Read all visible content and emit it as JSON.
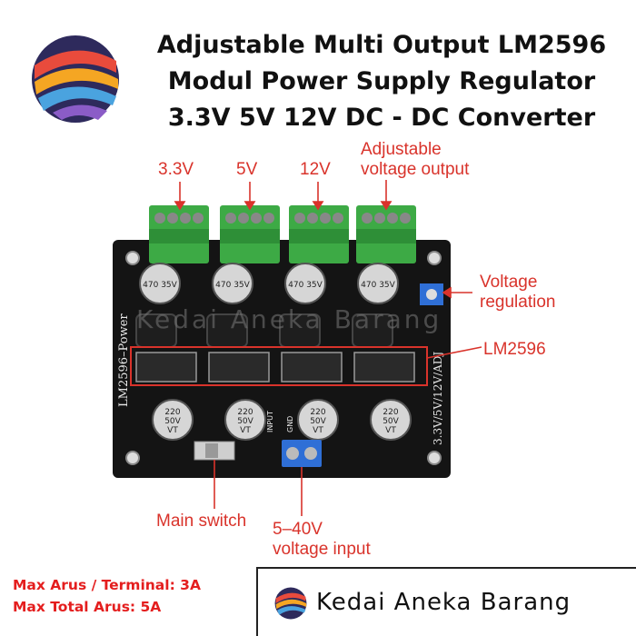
{
  "title": {
    "line1": "Adjustable Multi Output LM2596",
    "line2": "Modul Power Supply Regulator",
    "line3": "3.3V 5V 12V DC - DC Converter"
  },
  "labels": {
    "v33": "3.3V",
    "v5": "5V",
    "v12": "12V",
    "adjustable1": "Adjustable",
    "adjustable2": "voltage output",
    "voltage_reg1": "Voltage",
    "voltage_reg2": "regulation",
    "lm2596": "LM2596",
    "main_switch": "Main switch",
    "input1": "5–40V",
    "input2": "voltage input"
  },
  "board": {
    "silk_name": "LM2596–Power",
    "silk_outputs": "3.3V/5V/12V/ADJ",
    "silk_input": "INPUT",
    "silk_gnd": "GND",
    "cap_top": "470 35V",
    "cap_bottom_1": "220",
    "cap_bottom_2": "50V",
    "cap_bottom_3": "VT"
  },
  "watermark": "Kedai Aneka Barang",
  "promo": {
    "line1": "Max Arus / Terminal: 3A",
    "line2": "Max Total Arus: 5A"
  },
  "footer": {
    "brand": "Kedai Aneka Barang"
  },
  "colors": {
    "accent_red": "#d9332b",
    "promo_red": "#e41e1e",
    "terminal_green": "#3daa45",
    "pcb_black": "#141414"
  }
}
